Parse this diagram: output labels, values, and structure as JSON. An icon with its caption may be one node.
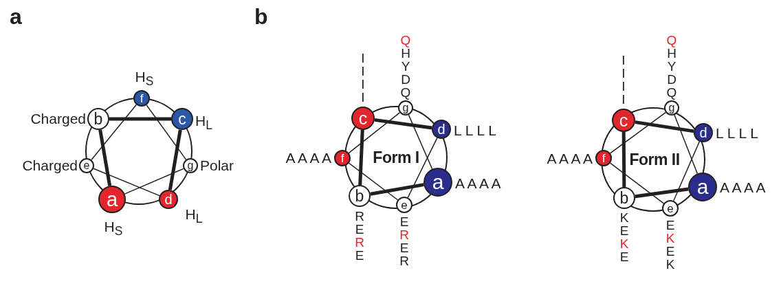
{
  "diagram": {
    "nodes": [
      {
        "text": [
          "f"
        ],
        "beside": [
          "H$_{S}$"
        ]
      },
      {
        "text": [
          "b"
        ],
        "beside": [
          "Charged"
        ]
      },
      {
        "text": [
          "c"
        ],
        "beside": [
          "H$_{L}$"
        ]
      },
      {
        "text": [
          "e"
        ],
        "beside": [
          "Charged"
        ]
      },
      {
        "text": [
          "g"
        ],
        "beside": [
          "Polar"
        ]
      },
      {
        "text": [
          "a"
        ],
        "beside": [
          "H$_{S}$"
        ]
      },
      {
        "text": [
          "d"
        ],
        "beside": [
          "H$_{L}$"
        ]
      },
      {
        "text": [
          "g"
        ],
        "beside": [
          "Q H Y D Q"
        ]
      },
      {
        "text": [
          "c"
        ],
        "beside": [
          "I I I I"
        ]
      },
      {
        "text": [
          "d"
        ],
        "beside": [
          "L L L L"
        ]
      },
      {
        "text": [
          "f"
        ],
        "beside": [
          "A A A A"
        ]
      },
      {
        "text": [
          "a"
        ],
        "beside": [
          "A A A A"
        ]
      },
      {
        "text": [
          "b"
        ],
        "beside": [
          "R E R E"
        ]
      },
      {
        "text": [
          "e"
        ],
        "beside": [
          "E R E R"
        ]
      },
      {
        "text": [
          "g"
        ],
        "beside": [
          "Q H Y D Q"
        ]
      },
      {
        "text": [
          "c"
        ],
        "beside": [
          "I I I I"
        ]
      },
      {
        "text": [
          "d"
        ],
        "beside": [
          "L L L L"
        ]
      },
      {
        "text": [
          "f"
        ],
        "beside": [
          "A A A A"
        ]
      },
      {
        "text": [
          "a"
        ],
        "beside": [
          "A A A A"
        ]
      },
      {
        "text": [
          "b"
        ],
        "beside": [
          "K E K E"
        ]
      },
      {
        "text": [
          "e"
        ],
        "beside": [
          "E K E K"
        ]
      }
    ],
    "edges": [
      {
        "from": 5,
        "to": 1,
        "arrow": "none",
        "style": "thick"
      },
      {
        "from": 1,
        "to": 2,
        "arrow": "none",
        "style": "thick"
      },
      {
        "from": 2,
        "to": 6,
        "arrow": "none",
        "style": "thick"
      },
      {
        "from": 6,
        "to": 3,
        "arrow": "none"
      },
      {
        "from": 3,
        "to": 0,
        "arrow": "none"
      },
      {
        "from": 0,
        "to": 4,
        "arrow": "none"
      },
      {
        "from": 4,
        "to": 5,
        "arrow": "none"
      },
      {
        "from": 11,
        "to": 12,
        "arrow": "none",
        "style": "thick"
      },
      {
        "from": 12,
        "to": 8,
        "arrow": "none",
        "style": "thick"
      },
      {
        "from": 8,
        "to": 9,
        "arrow": "none",
        "style": "thick"
      },
      {
        "from": 9,
        "to": 13,
        "arrow": "none"
      },
      {
        "from": 13,
        "to": 10,
        "arrow": "none"
      },
      {
        "from": 10,
        "to": 7,
        "arrow": "none"
      },
      {
        "from": 7,
        "to": 11,
        "arrow": "none"
      },
      {
        "from": 18,
        "to": 19,
        "arrow": "none",
        "style": "thick"
      },
      {
        "from": 19,
        "to": 15,
        "arrow": "none",
        "style": "thick"
      },
      {
        "from": 15,
        "to": 16,
        "arrow": "none",
        "style": "thick"
      },
      {
        "from": 16,
        "to": 20,
        "arrow": "none"
      },
      {
        "from": 20,
        "to": 17,
        "arrow": "none"
      },
      {
        "from": 17,
        "to": 14,
        "arrow": "none"
      },
      {
        "from": 14,
        "to": 18,
        "arrow": "none"
      }
    ],
    "labels": [
      "a",
      "b",
      "Form I",
      "Form II"
    ]
  }
}
